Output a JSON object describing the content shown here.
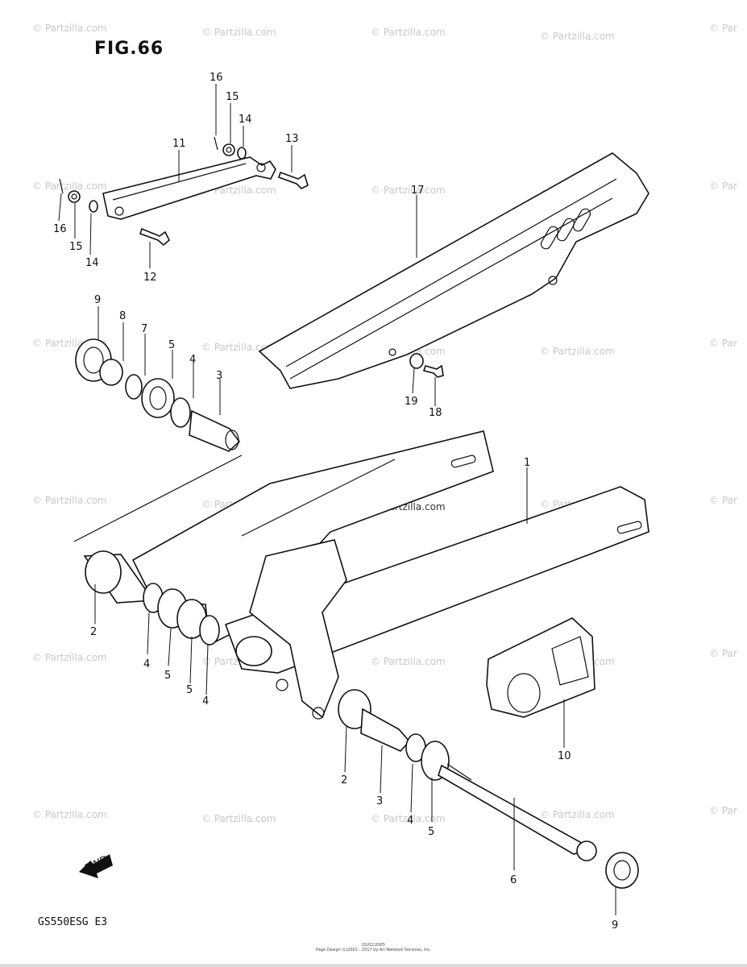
{
  "figure": {
    "title": "FIG.66",
    "model_code": "GS550ESG E3",
    "footer_line1": "02/02/2005",
    "footer_line2": "Page Design (c)2001 - 2017 by Ari Network Services, Inc."
  },
  "watermark": {
    "text": "© Partzilla.com",
    "partial_text": "© Par"
  },
  "fwd_label": "FWD",
  "callouts": [
    "16",
    "15",
    "14",
    "11",
    "13",
    "16",
    "15",
    "14",
    "12",
    "17",
    "9",
    "8",
    "7",
    "5",
    "4",
    "3",
    "19",
    "18",
    "1",
    "2",
    "4",
    "5",
    "5",
    "4",
    "2",
    "3",
    "4",
    "5",
    "6",
    "10",
    "9"
  ]
}
